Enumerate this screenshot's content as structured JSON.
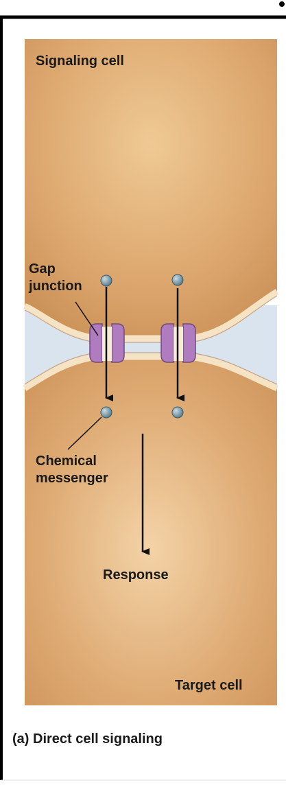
{
  "labels": {
    "signaling_cell": "Signaling cell",
    "gap_junction_line1": "Gap",
    "gap_junction_line2": "junction",
    "chemical_messenger_line1": "Chemical",
    "chemical_messenger_line2": "messenger",
    "response": "Response",
    "target_cell": "Target cell"
  },
  "caption": {
    "tag": "(a)",
    "text": "Direct cell signaling"
  },
  "colors": {
    "cell_fill": "#dba56d",
    "cell_light": "#f1d2a6",
    "membrane": "#f6e3c3",
    "extracellular": "#d9e4ef",
    "channel": "#b07cc0",
    "messenger": "#6f8fa3"
  }
}
